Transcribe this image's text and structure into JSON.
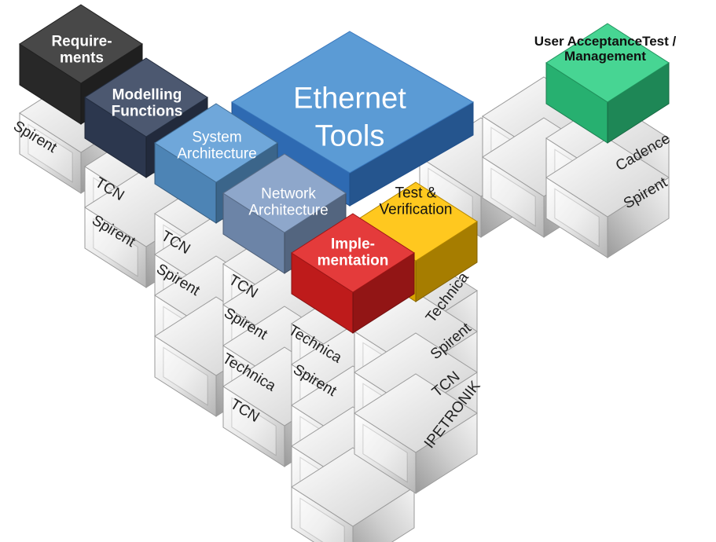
{
  "title": {
    "line1": "Ethernet",
    "line2": "Tools"
  },
  "colors": {
    "requirements": "#2f2f2f",
    "modelling": "#34415c",
    "system": "#5b9bd5",
    "network": "#7f9bc4",
    "implementation": "#e02020",
    "test": "#ffc000",
    "acceptance": "#2ecf84",
    "grey": "#dcdcdc",
    "centerTop": "#5b9bd5",
    "centerSide": "#2e6ab2"
  },
  "phases": {
    "requirements": {
      "line1": "Require-",
      "line2": "ments"
    },
    "modelling": {
      "line1": "Modelling",
      "line2": "Functions"
    },
    "system": {
      "line1": "System",
      "line2": "Architecture"
    },
    "network": {
      "line1": "Network",
      "line2": "Architecture"
    },
    "implementation": {
      "line1": "Imple-",
      "line2": "mentation"
    },
    "test": {
      "line1": "Test &",
      "line2": "Verification"
    },
    "acceptance": {
      "line1": "User  AcceptanceTest /",
      "line2": "Management"
    }
  },
  "vendors": {
    "requirements": [
      "Spirent"
    ],
    "modelling": [
      "TCN",
      "Spirent"
    ],
    "system": [
      "TCN",
      "Spirent"
    ],
    "network": [
      "TCN",
      "Spirent",
      "Technica",
      "TCN"
    ],
    "implementation": [
      "Technica",
      "Spirent"
    ],
    "test": [
      "Technica",
      "Spirent",
      "TCN",
      "IPETRONIK"
    ],
    "acceptance": [
      "Cadence",
      "Spirent"
    ]
  }
}
